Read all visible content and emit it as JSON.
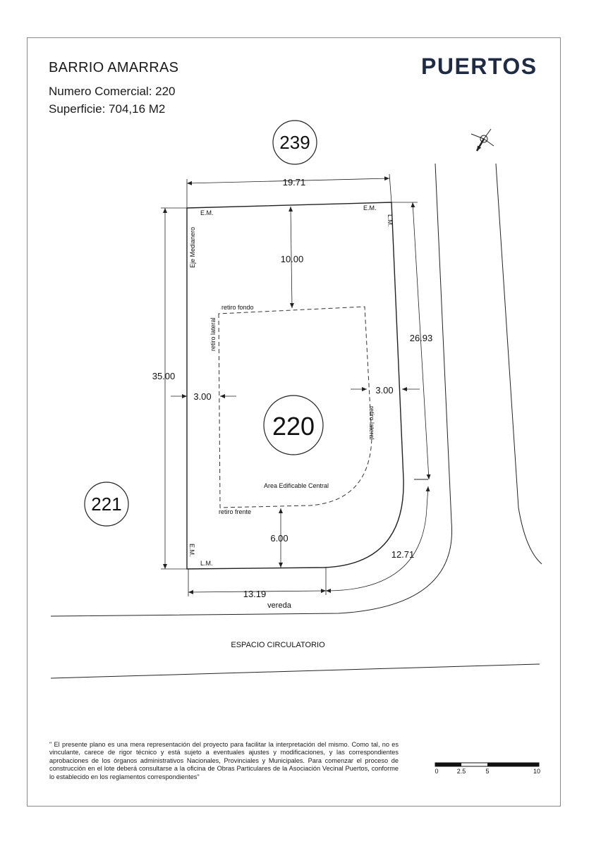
{
  "header": {
    "title": "BARRIO AMARRAS",
    "commercial_number": "Numero Comercial: 220",
    "surface": "Superficie: 704,16 M2",
    "brand": "PUERTOS"
  },
  "lots": {
    "main": "220",
    "north": "239",
    "west": "221"
  },
  "dimensions": {
    "top_width": "19.71",
    "left_depth": "35.00",
    "right_depth": "26.93",
    "back_setback": "10.00",
    "left_setback": "3.00",
    "right_setback": "3.00",
    "front_setback": "6.00",
    "front_width": "13.19",
    "curve_length": "12.71"
  },
  "labels": {
    "em_top_left": "E.M.",
    "em_top_right": "E.M.",
    "lm_right": "L.M.",
    "eje_medianero": "Eje Medianero",
    "em_bottom_left": "E.M.",
    "lm_bottom": "L.M.",
    "retiro_fondo": "retiro fondo",
    "retiro_lateral_left": "retiro lateral",
    "retiro_lateral_right": "retiro lateral",
    "retiro_frente": "retiro frente",
    "buildable_area": "Area Edificable Central",
    "sidewalk": "vereda",
    "circulation_space": "ESPACIO CIRCULATORIO"
  },
  "scale_bar": {
    "ticks": [
      "0",
      "2.5",
      "5",
      "10"
    ]
  },
  "disclaimer": "\" El presente plano es una mera representación del proyecto para facilitar la interpretación del mismo. Como tal, no es vinculante, carece de rigor técnico y está sujeto a eventuales ajustes y modificaciones, y las correspondientes aprobaciones de los órganos administrativos Nacionales, Provinciales y Municipales. Para comenzar el proceso de construcción en el lote deberá consultarse a la oficina de Obras Particulares de la Asociación Vecinal Puertos, conforme lo establecido en los reglamentos correspondientes\"",
  "icons": {
    "compass": "north-arrow-icon"
  },
  "colors": {
    "line": "#222222",
    "brand": "#1f2a44"
  }
}
